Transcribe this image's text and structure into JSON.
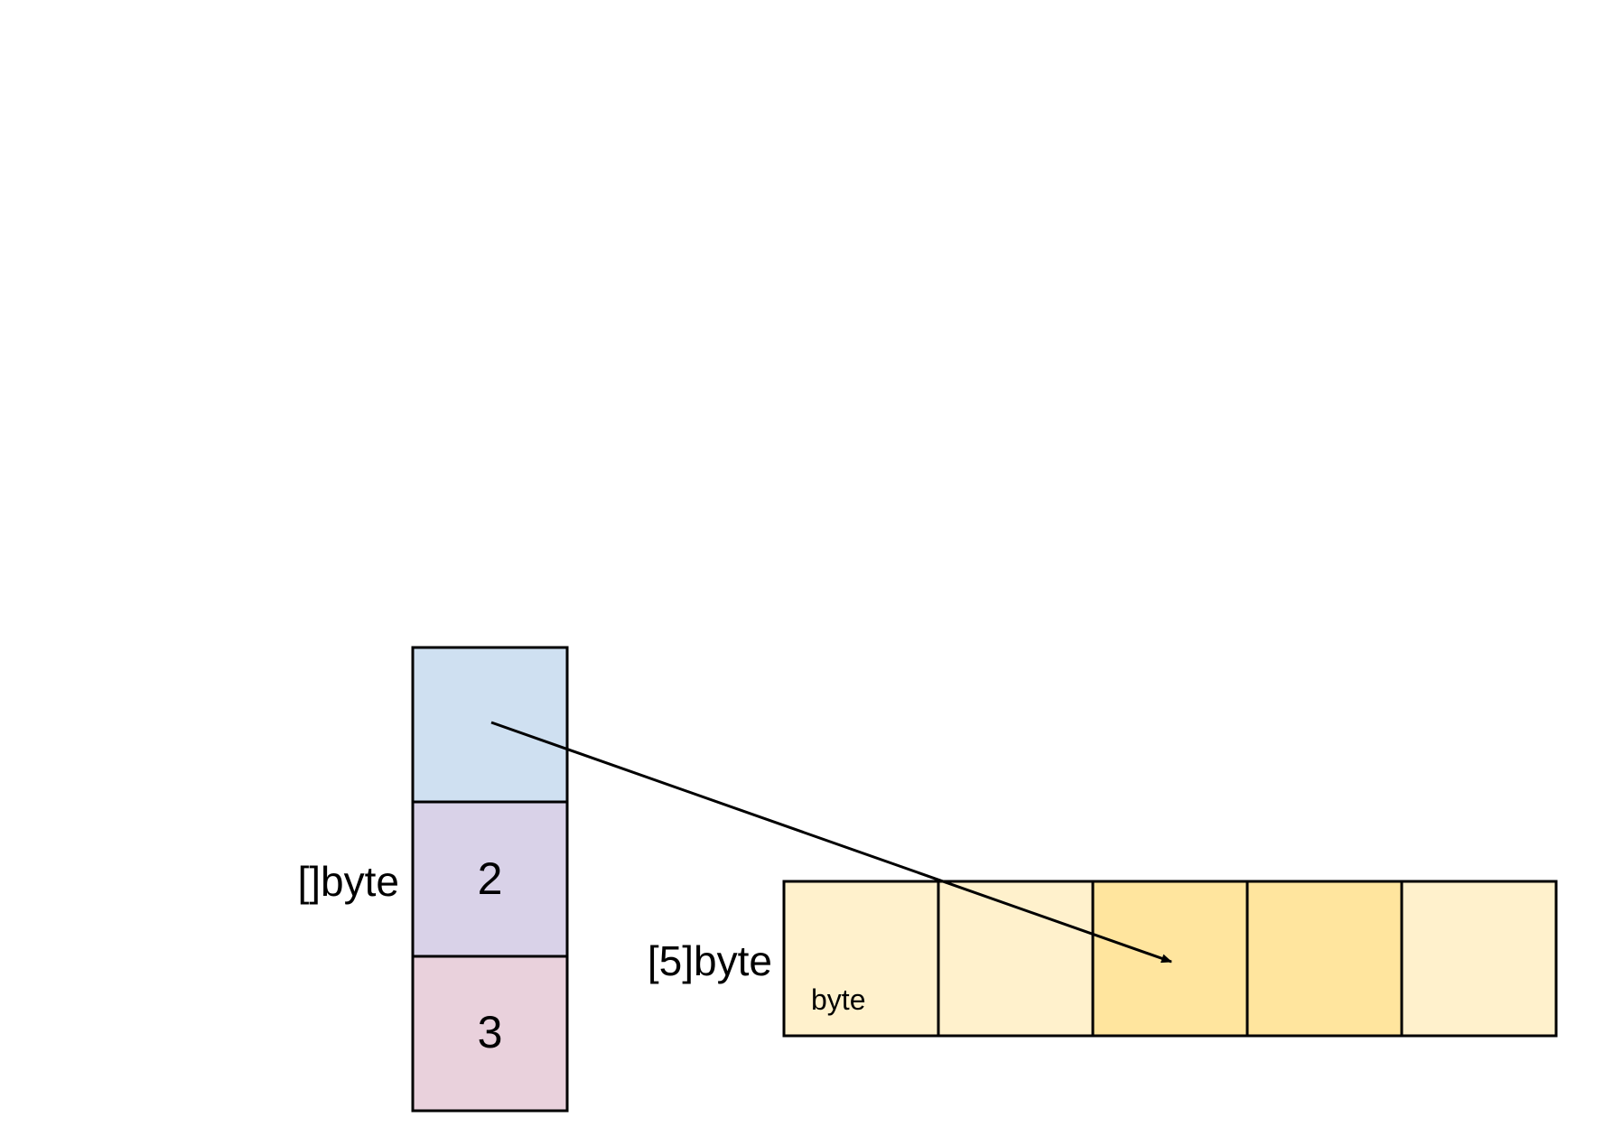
{
  "slice": {
    "type_label": "[]byte",
    "cells": [
      {
        "role": "pointer",
        "text": "",
        "color": "#cfe0f1"
      },
      {
        "role": "length",
        "text": "2",
        "color": "#d9d2e8"
      },
      {
        "role": "capacity",
        "text": "3",
        "color": "#e9d1dc"
      }
    ]
  },
  "array": {
    "type_label": "[5]byte",
    "element_label": "byte",
    "cells": [
      {
        "color": "#fff1cc",
        "highlighted": false
      },
      {
        "color": "#fff1cc",
        "highlighted": false
      },
      {
        "color": "#ffe59e",
        "highlighted": true
      },
      {
        "color": "#ffe59e",
        "highlighted": true
      },
      {
        "color": "#fff1cc",
        "highlighted": false
      }
    ]
  },
  "pointer_arrow": {
    "from": "slice pointer cell",
    "to_array_index": 2,
    "color": "#000000"
  }
}
